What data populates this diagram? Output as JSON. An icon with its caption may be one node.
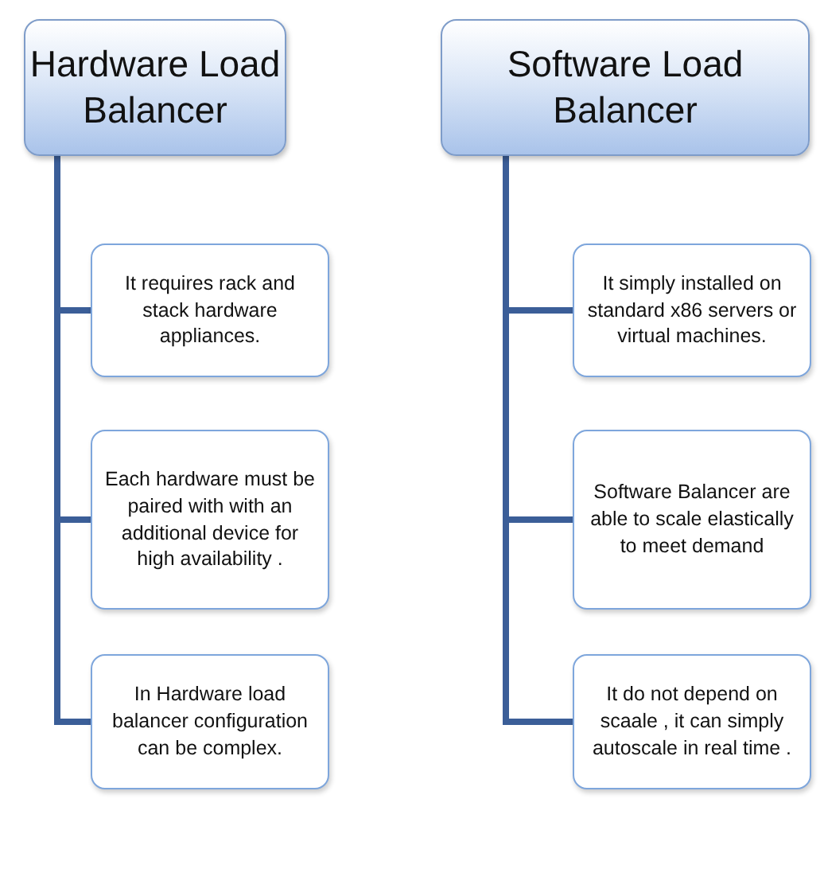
{
  "diagram": {
    "nodes": [
      {
        "text": [
          "Hardware Load Balancer"
        ]
      },
      {
        "text": [
          "It requires rack and stack hardware appliances."
        ]
      },
      {
        "text": [
          "Each hardware must be paired with with an additional device for high availability ."
        ]
      },
      {
        "text": [
          "In Hardware load balancer configuration can be complex."
        ]
      },
      {
        "text": [
          "Software Load Balancer"
        ]
      },
      {
        "text": [
          "It simply installed on standard x86 servers or virtual machines."
        ]
      },
      {
        "text": [
          "Software Balancer are able to scale elastically to meet demand"
        ]
      },
      {
        "text": [
          "It do not depend on scaale , it can simply autoscale in real time ."
        ]
      }
    ],
    "edges": [
      {
        "from": 0,
        "to": 1,
        "arrow": "none"
      },
      {
        "from": 0,
        "to": 2,
        "arrow": "none"
      },
      {
        "from": 0,
        "to": 3,
        "arrow": "none"
      },
      {
        "from": 4,
        "to": 5,
        "arrow": "none"
      },
      {
        "from": 4,
        "to": 6,
        "arrow": "none"
      },
      {
        "from": 4,
        "to": 7,
        "arrow": "none"
      }
    ]
  }
}
